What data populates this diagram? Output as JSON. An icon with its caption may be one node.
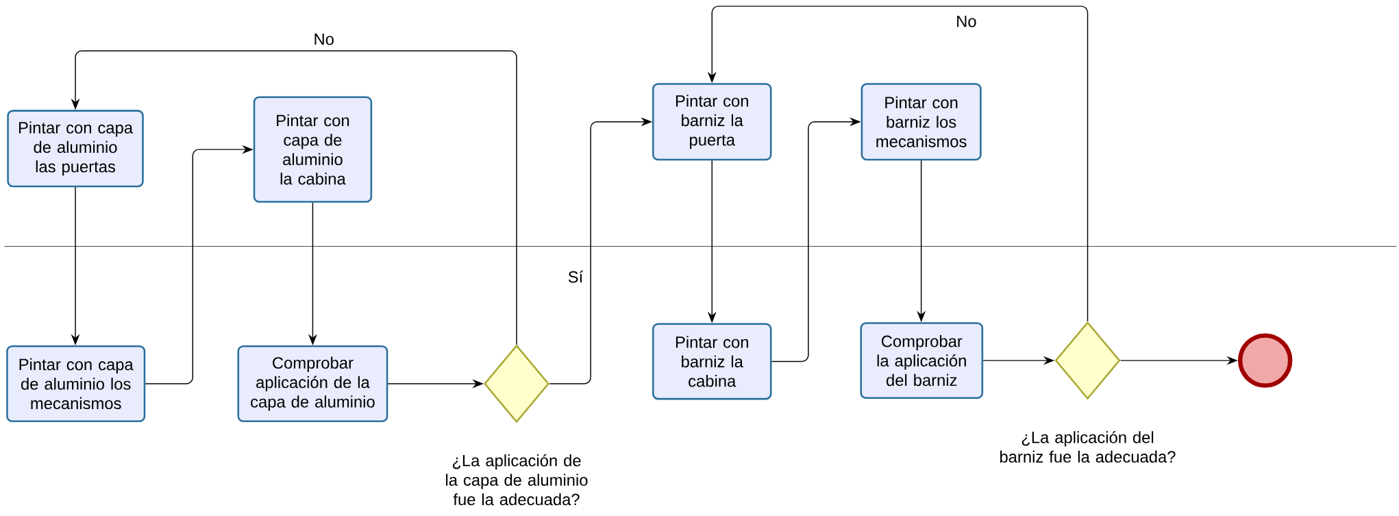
{
  "diagram": {
    "nodes": [
      {
        "text": [
          "Pintar con capa de aluminio las puertas"
        ]
      },
      {
        "text": [
          "Pintar con capa de aluminio los mecanismos"
        ]
      },
      {
        "text": [
          "Pintar con capa de aluminio la cabina"
        ]
      },
      {
        "text": [
          "Comprobar aplicación de la capa de aluminio"
        ]
      },
      {
        "text": [
          "¿La aplicación de la capa de aluminio fue la adecuada?"
        ]
      },
      {
        "text": [
          "Pintar con barniz la puerta"
        ]
      },
      {
        "text": [
          "Pintar con barniz los mecanismos"
        ]
      },
      {
        "text": [
          "Pintar con barniz la cabina"
        ]
      },
      {
        "text": [
          "Comprobar la aplicación del barniz"
        ]
      },
      {
        "text": [
          "¿La aplicación del barniz fue la adecuada?"
        ]
      },
      {
        "text": [],
        "shape": "circle"
      }
    ],
    "edges": [
      {
        "from": 0,
        "to": 1,
        "arrow": "to"
      },
      {
        "from": 1,
        "to": 2,
        "arrow": "to"
      },
      {
        "from": 2,
        "to": 3,
        "arrow": "to"
      },
      {
        "from": 3,
        "to": 4,
        "arrow": "to"
      },
      {
        "from": 4,
        "to": 5,
        "arrow": "to",
        "label": "Sí"
      },
      {
        "from": 4,
        "to": 0,
        "arrow": "to",
        "label": "No"
      },
      {
        "from": 5,
        "to": 7,
        "arrow": "to"
      },
      {
        "from": 7,
        "to": 6,
        "arrow": "to"
      },
      {
        "from": 6,
        "to": 8,
        "arrow": "to"
      },
      {
        "from": 8,
        "to": 9,
        "arrow": "to"
      },
      {
        "from": 9,
        "to": 10,
        "arrow": "to"
      },
      {
        "from": 9,
        "to": 5,
        "arrow": "to",
        "label": "No"
      }
    ]
  }
}
